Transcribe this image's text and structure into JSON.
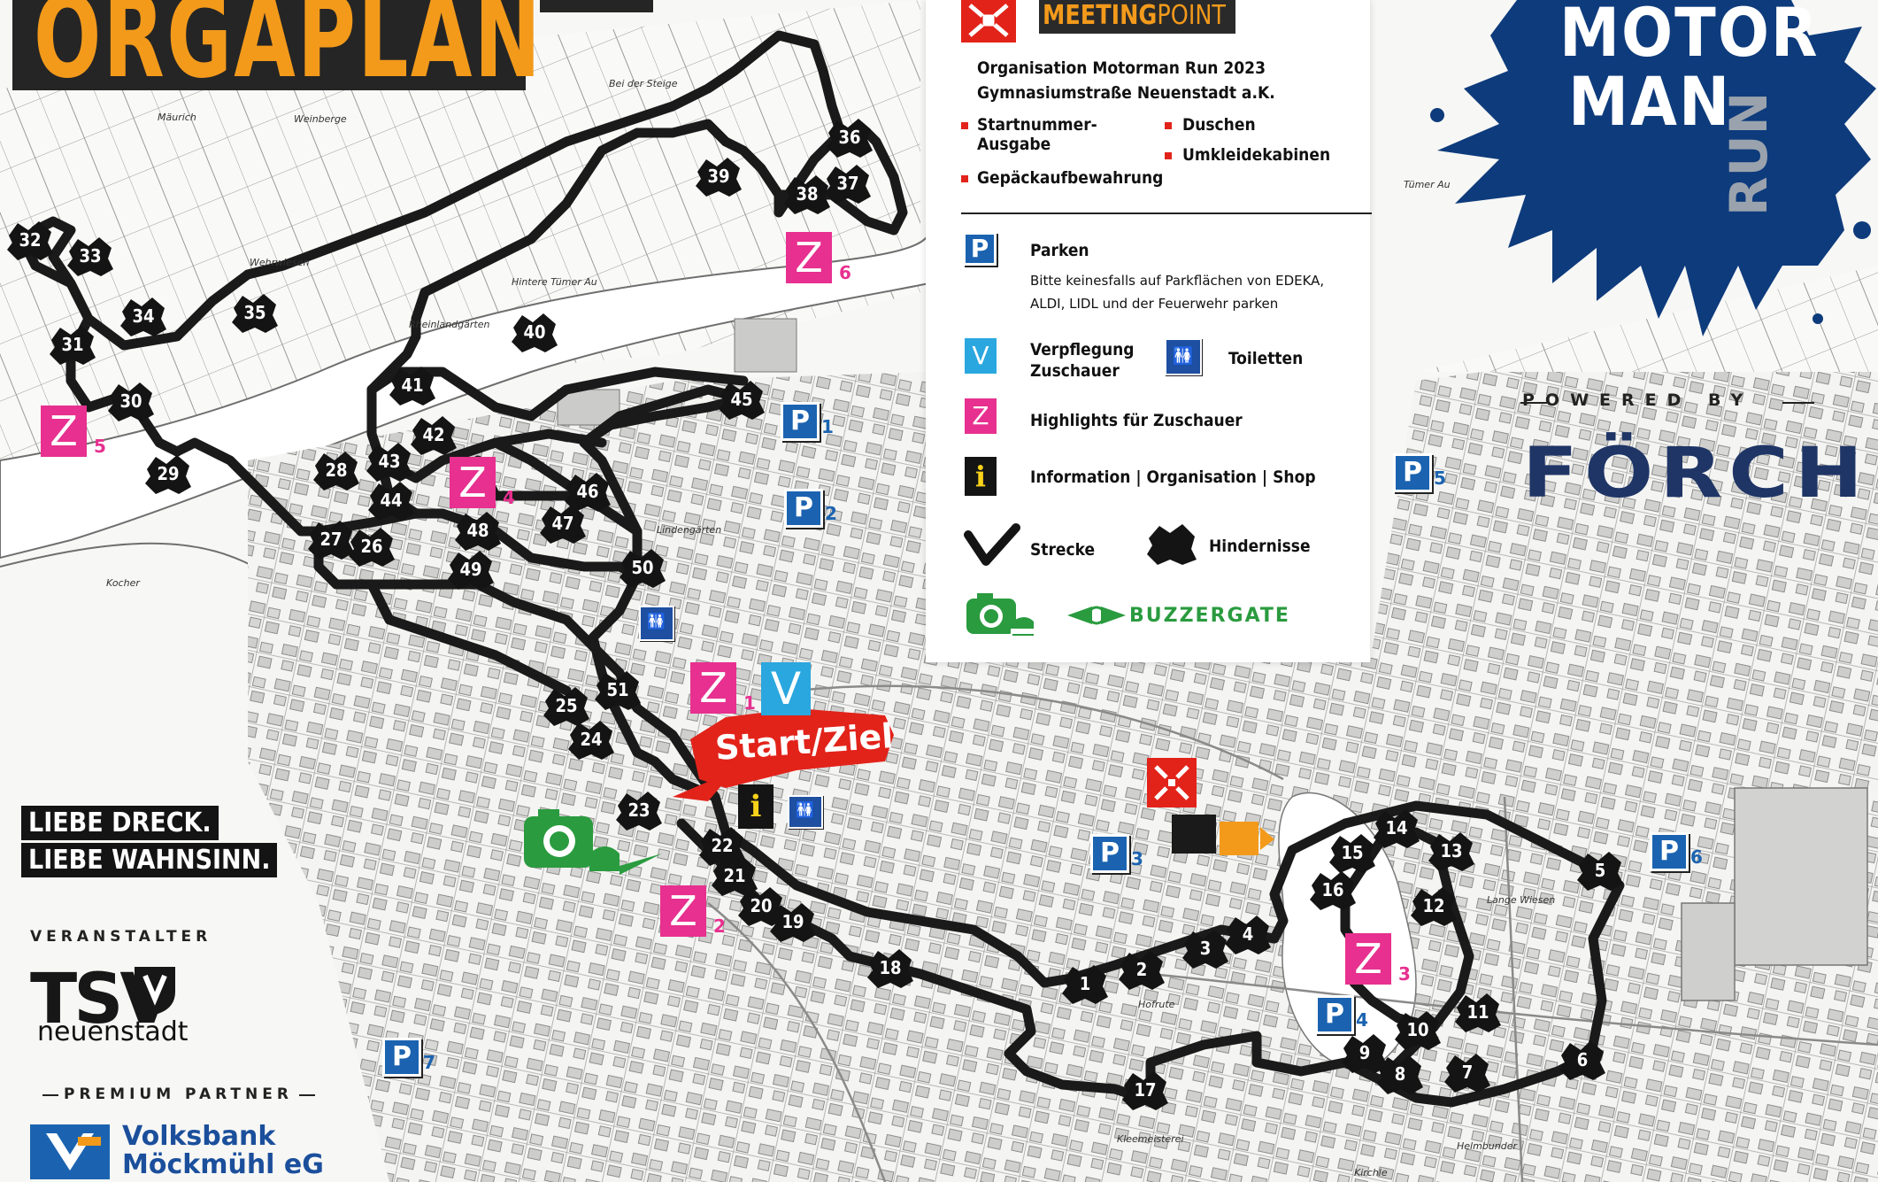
{
  "title": "ORGAPLAN",
  "year": "2023",
  "meeting_point": {
    "label_a": "MEETING",
    "label_b": "POINT",
    "org_line1": "Organisation Motorman Run 2023",
    "org_line2": "Gymnasiumstraße Neuenstadt a.K.",
    "items_left": [
      "Startnummer-",
      "Ausgabe",
      "Gepäckaufbewahrung"
    ],
    "items_right": [
      "Duschen",
      "Umkleidekabinen"
    ]
  },
  "legend": {
    "parken_title": "Parken",
    "parken_note1": "Bitte keinesfalls auf Parkflächen von EDEKA,",
    "parken_note2": "ALDI, LIDL und der Feuerwehr parken",
    "verpflegung1": "Verpflegung",
    "verpflegung2": "Zuschauer",
    "toiletten": "Toiletten",
    "highlights": "Highlights für Zuschauer",
    "information": "Information | Organisation | Shop",
    "strecke": "Strecke",
    "hindernisse": "Hindernisse",
    "buzzergate": "BUZZERGATE"
  },
  "symbols": {
    "p": "P",
    "z": "Z",
    "v": "V",
    "i": "i",
    "wc": "🚻"
  },
  "logo": {
    "line1": "MOTOR",
    "line2": "MAN",
    "line3": "RUN",
    "powered_by": "POWERED BY",
    "sponsor": "FÖRCH"
  },
  "slogan": [
    "LIEBE DRECK.",
    "LIEBE WAHNSINN."
  ],
  "veranstalter": {
    "label": "VERANSTALTER",
    "club": "TSV",
    "town": "neuenstadt"
  },
  "premium_partner": {
    "label": "PREMIUM PARTNER",
    "bank_line1": "Volksbank",
    "bank_line2": "Möckmühl eG"
  },
  "start_ziel": "Start/Ziel",
  "parking_numbers": [
    "1",
    "2",
    "3",
    "4",
    "5",
    "6",
    "7"
  ],
  "highlight_numbers": [
    "1",
    "2",
    "3",
    "4",
    "5",
    "6"
  ],
  "obstacle_numbers": [
    "1",
    "2",
    "3",
    "4",
    "5",
    "6",
    "7",
    "8",
    "9",
    "10",
    "11",
    "12",
    "13",
    "14",
    "15",
    "16",
    "17",
    "18",
    "19",
    "20",
    "21",
    "22",
    "23",
    "24",
    "25",
    "26",
    "27",
    "28",
    "29",
    "30",
    "31",
    "32",
    "33",
    "34",
    "35",
    "36",
    "37",
    "38",
    "39",
    "40",
    "41",
    "42",
    "43",
    "44",
    "45",
    "46",
    "47",
    "48",
    "49",
    "50",
    "51"
  ],
  "map_labels": [
    "Mäurich",
    "Bei der Steige",
    "Weinberge",
    "Wehrwiesen",
    "Hintere Tümer Au",
    "Tümer Au",
    "Kocher",
    "Hofrute",
    "Lange Wiesen",
    "Kleemeisterei",
    "Helmbunder",
    "Kirchle",
    "Lindengärten",
    "Rheinlandgärten"
  ],
  "colors": {
    "route": "#1a1a1a",
    "parking": "#1b63b0",
    "highlight": "#e7308f",
    "verpflegung": "#2aa7df",
    "meeting": "#e2231a",
    "orange": "#f39a1b",
    "logo_blue": "#0e3b7c",
    "green": "#2a9b3f"
  }
}
